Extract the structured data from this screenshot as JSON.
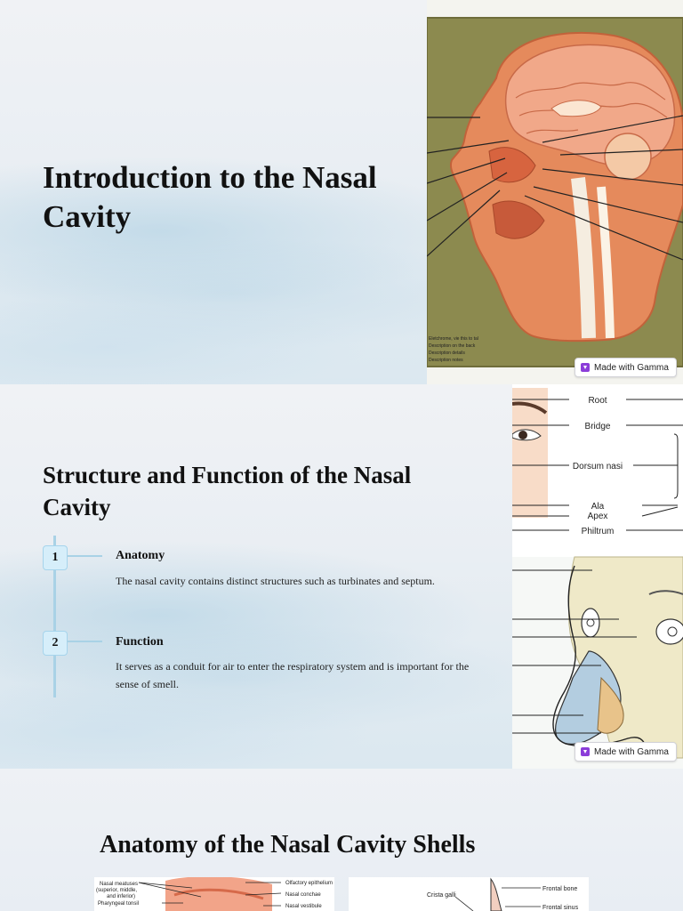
{
  "slides": [
    {
      "title": "Introduction to the Nasal Cavity",
      "image_alt_lines": [
        "Eletchrome, vie this to tal",
        "Description on the back",
        "Description details",
        "Description notes"
      ],
      "badge": "Made with Gamma"
    },
    {
      "title": "Structure and Function of the Nasal Cavity",
      "steps": [
        {
          "number": "1",
          "title": "Anatomy",
          "description": "The nasal cavity contains distinct structures such as turbinates and septum."
        },
        {
          "number": "2",
          "title": "Function",
          "description": "It serves as a conduit for air to enter the respiratory system and is important for the sense of smell."
        }
      ],
      "nose_labels": [
        "Root",
        "Bridge",
        "Dorsum nasi",
        "Ala",
        "Apex",
        "Philtrum"
      ],
      "badge": "Made with Gamma"
    },
    {
      "title": "Anatomy of the Nasal Cavity Shells",
      "thumb_left_labels": [
        "Nasal meatuses",
        "(superior, middle,",
        "and inferior)",
        "Pharyngeal tonsil",
        "Olfactory epithelium",
        "Nasal conchae",
        "Nasal vestibule"
      ],
      "thumb_right_labels": [
        "Crista galli",
        "Frontal bone",
        "Frontal sinus"
      ]
    }
  ],
  "colors": {
    "accent_timeline": "#a9d2e6",
    "step_box": "#d6eefa",
    "gamma_icon": "#8b3dd9",
    "panel_olive": "#8c8a4f",
    "tissue": "#e58a5c"
  }
}
